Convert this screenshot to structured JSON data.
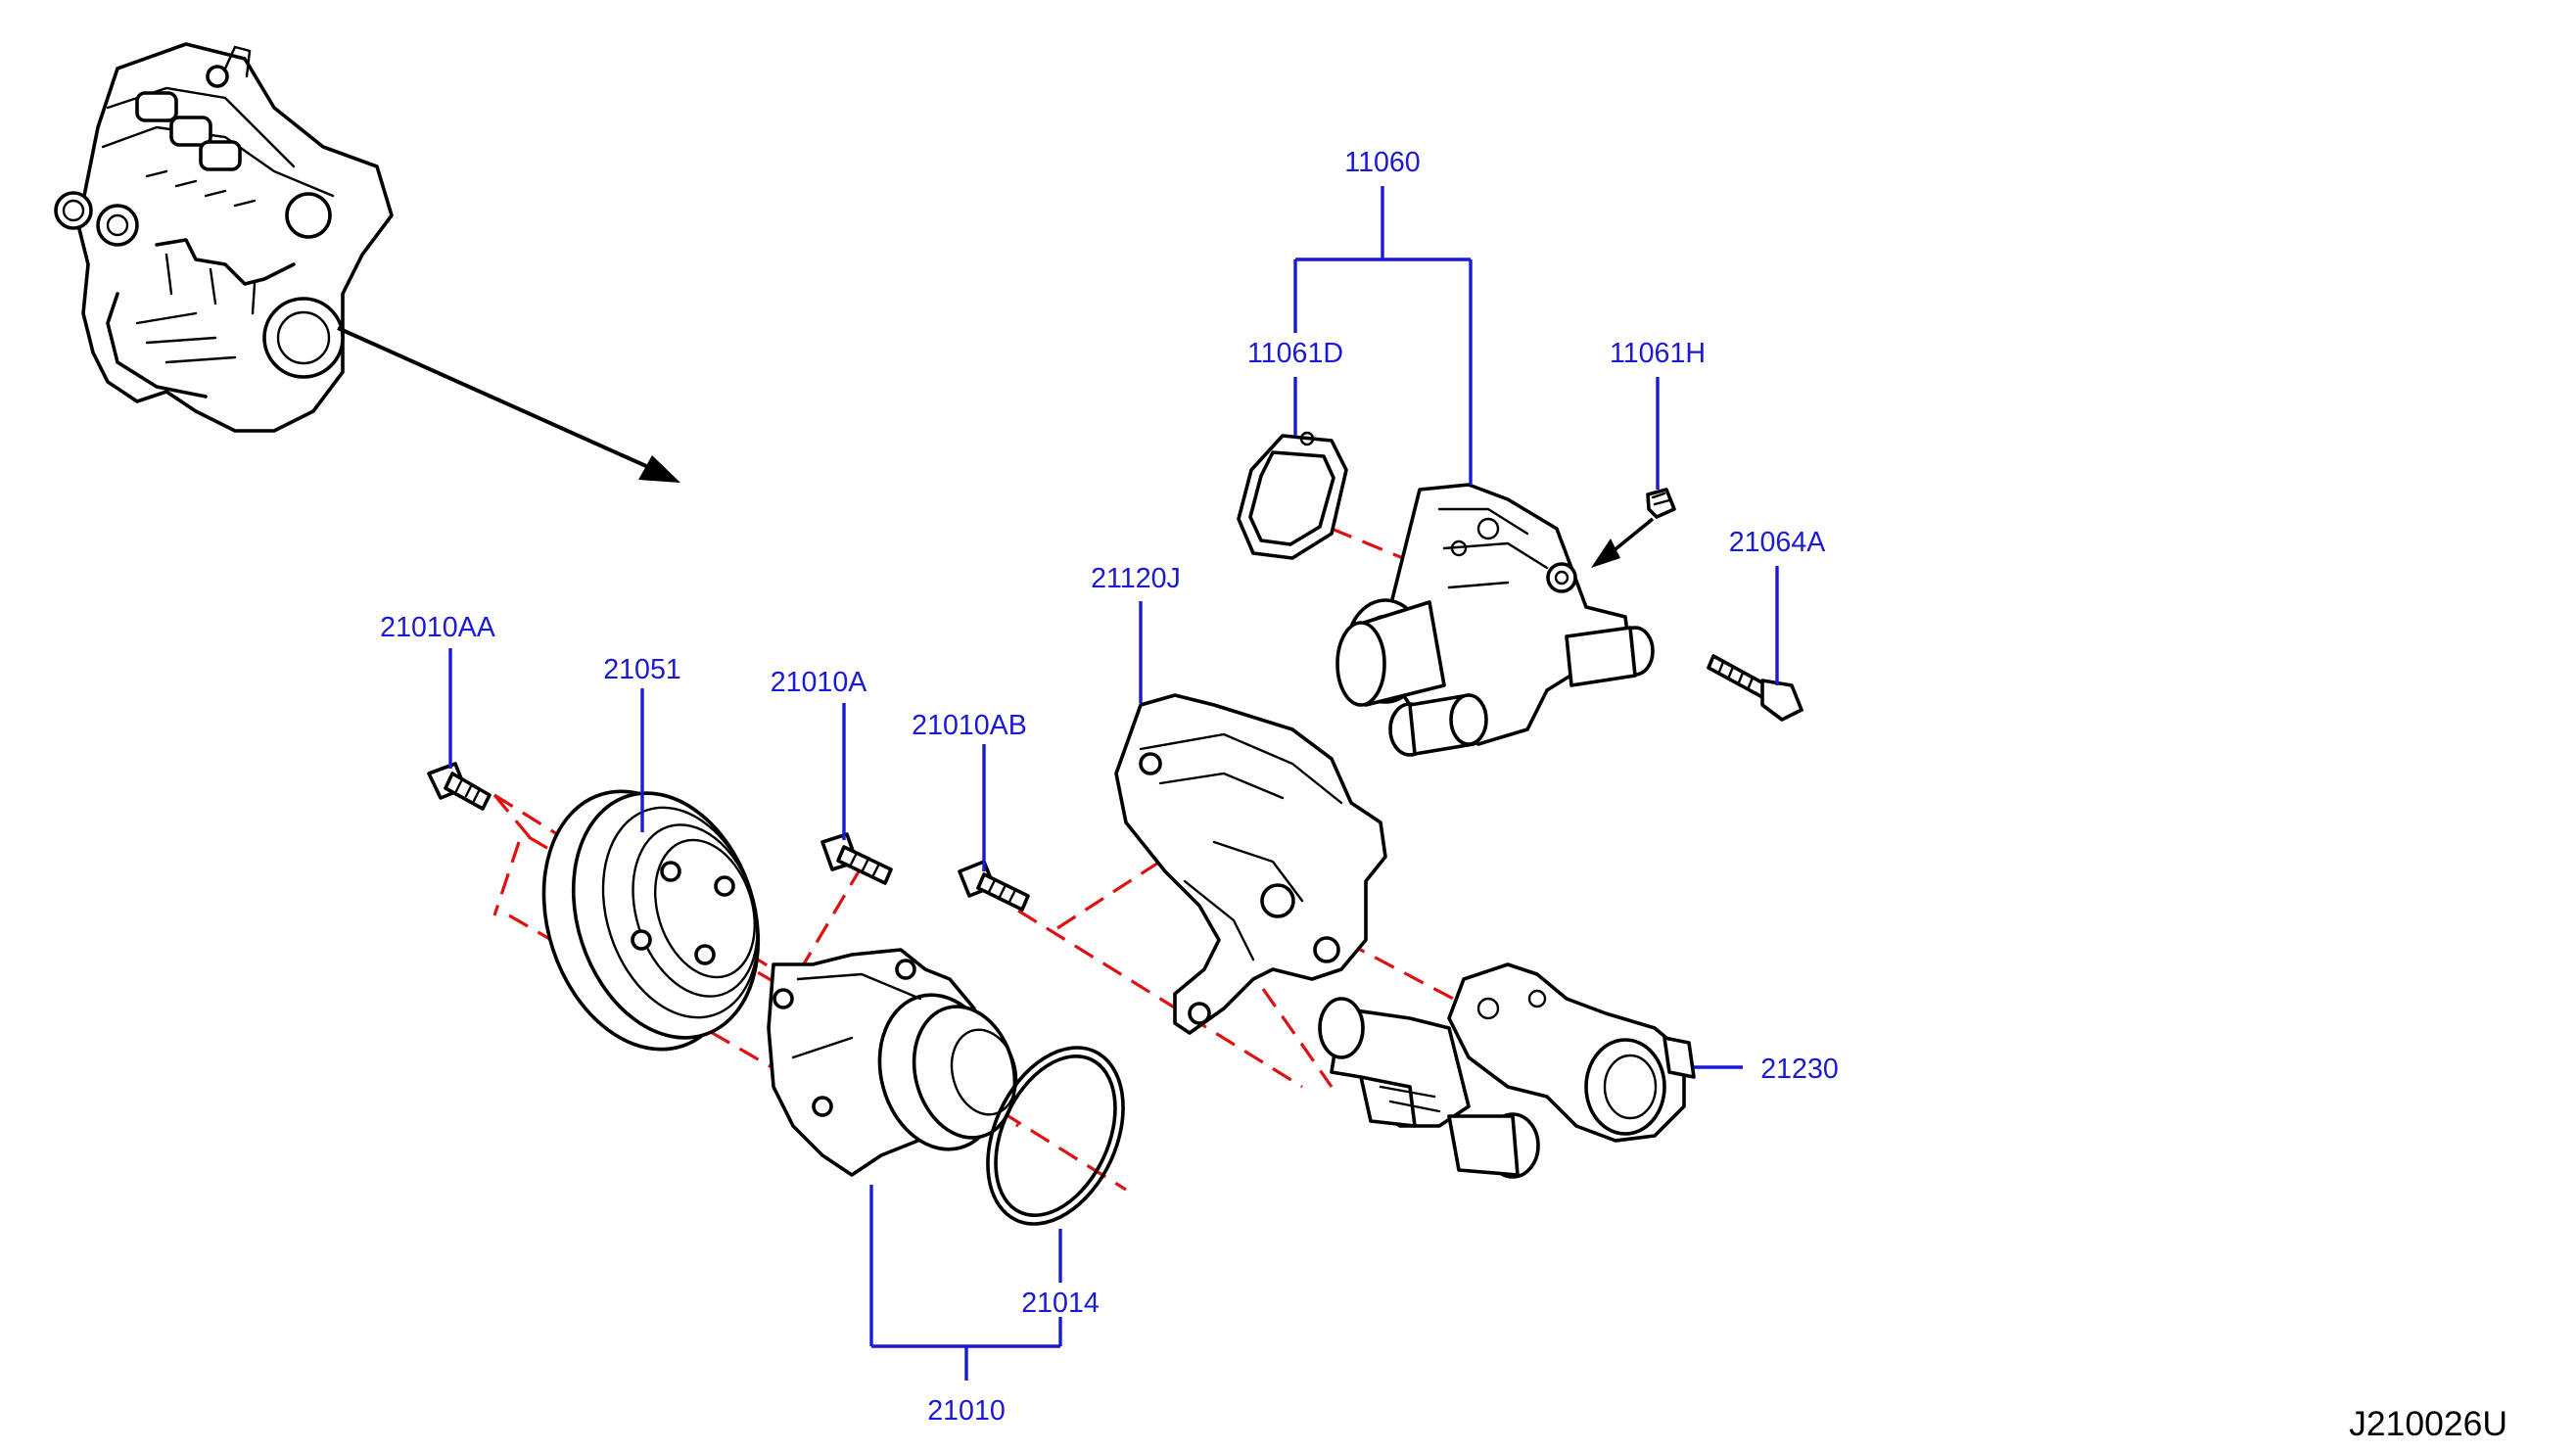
{
  "diagram_code": "J210026U",
  "colors": {
    "label": "#1a1ad6",
    "alignment_line": "#e01010",
    "linework": "#000000"
  },
  "parts": [
    {
      "id": "p11060",
      "label": "11060"
    },
    {
      "id": "p11061D",
      "label": "11061D"
    },
    {
      "id": "p11061H",
      "label": "11061H"
    },
    {
      "id": "p21064A",
      "label": "21064A"
    },
    {
      "id": "p21120J",
      "label": "21120J"
    },
    {
      "id": "p21010AA",
      "label": "21010AA"
    },
    {
      "id": "p21051",
      "label": "21051"
    },
    {
      "id": "p21010A",
      "label": "21010A"
    },
    {
      "id": "p21010AB",
      "label": "21010AB"
    },
    {
      "id": "p21230",
      "label": "21230"
    },
    {
      "id": "p21014",
      "label": "21014"
    },
    {
      "id": "p21010",
      "label": "21010"
    }
  ]
}
